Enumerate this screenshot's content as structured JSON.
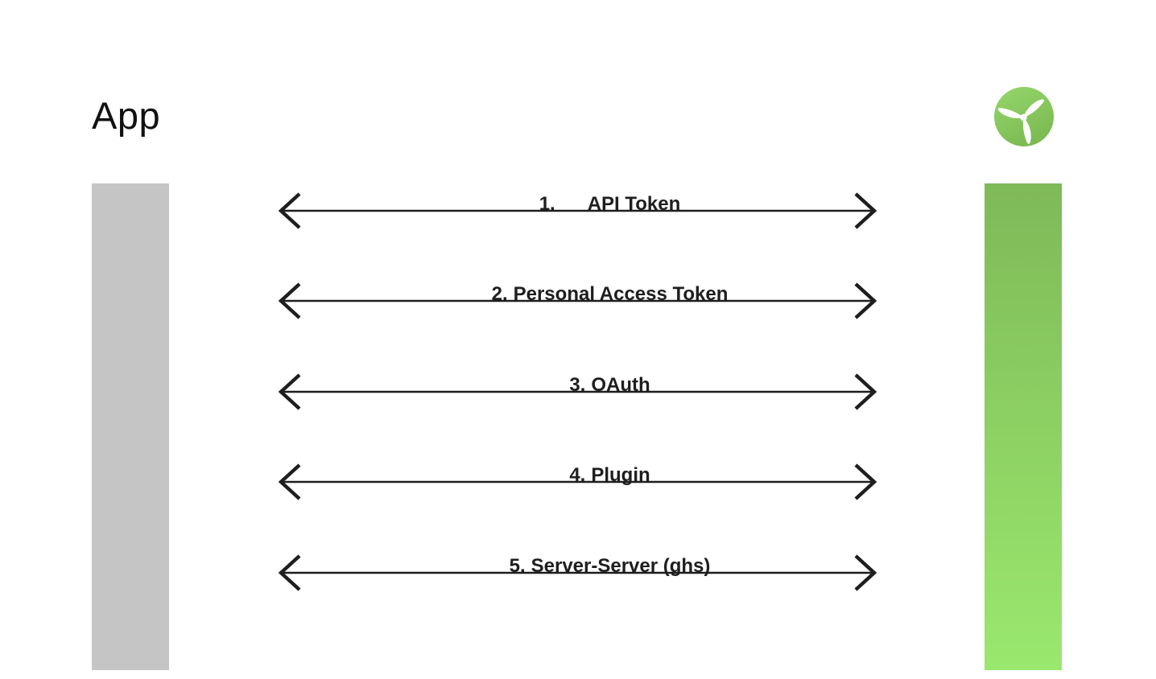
{
  "page": {
    "title": "App",
    "background": "#ffffff"
  },
  "bars": {
    "app_bar_color": "#c5c5c6",
    "service_bar_gradient_top": "#7fb958",
    "service_bar_gradient_bottom": "#9ae86e"
  },
  "logo": {
    "icon": "propeller-logo-icon",
    "circle_color_top": "#93d46a",
    "circle_color_bottom": "#7ab950",
    "blade_color": "#ffffff"
  },
  "arrow": {
    "color": "#1e1e1e",
    "style": "double-headed"
  },
  "connections": [
    {
      "label_number": "1.",
      "label_text": "API Token"
    },
    {
      "label_number": "2.",
      "label_text": "Personal Access Token"
    },
    {
      "label_number": "3.",
      "label_text": "OAuth"
    },
    {
      "label_number": "4.",
      "label_text": "Plugin"
    },
    {
      "label_number": "5.",
      "label_text": "Server-Server (ghs)"
    }
  ]
}
